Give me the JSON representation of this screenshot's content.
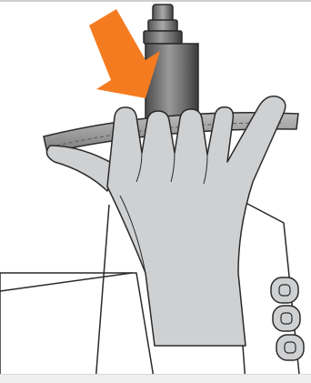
{
  "illustration": {
    "subject": "hand-pressing-plunger-into-ring",
    "icons": [
      "down-arrow-icon",
      "hand",
      "sleeve",
      "plunger-device",
      "ring-collar",
      "knuckles"
    ],
    "colors": {
      "background": "#ffffff",
      "arrow": "#f47b20",
      "skin": "#cfd0d2",
      "outline": "#2a2a2a",
      "sleeve": "#ffffff",
      "device_dark": "#5a5a5a",
      "device_mid": "#8a8a8a",
      "device_light": "#b5b5b5",
      "ring": "#a8a8a8",
      "bottom_band": "#efefef"
    }
  }
}
